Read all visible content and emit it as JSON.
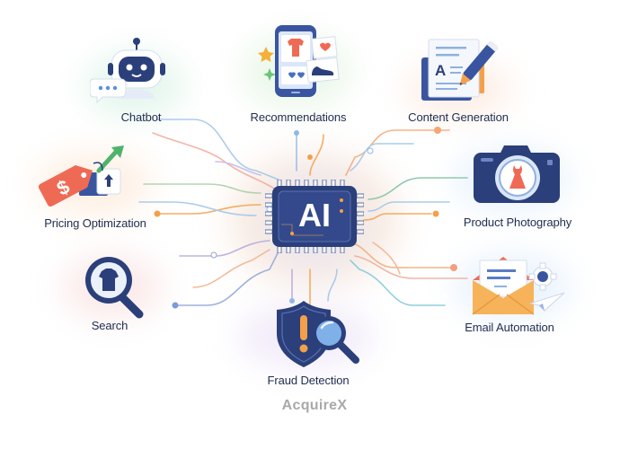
{
  "diagram": {
    "center": {
      "label": "AI",
      "shape": "microchip"
    },
    "nodes": [
      {
        "id": "chatbot",
        "label": "Chatbot",
        "icon": "robot-chat-icon"
      },
      {
        "id": "recommendations",
        "label": "Recommendations",
        "icon": "phone-recommendations-icon"
      },
      {
        "id": "content-generation",
        "label": "Content Generation",
        "icon": "document-pencil-icon"
      },
      {
        "id": "pricing-optimization",
        "label": "Pricing Optimization",
        "icon": "price-tag-icon"
      },
      {
        "id": "product-photography",
        "label": "Product Photography",
        "icon": "camera-dress-icon"
      },
      {
        "id": "search",
        "label": "Search",
        "icon": "magnifier-shirt-icon"
      },
      {
        "id": "email-automation",
        "label": "Email Automation",
        "icon": "envelope-gear-icon"
      },
      {
        "id": "fraud-detection",
        "label": "Fraud Detection",
        "icon": "shield-alert-icon"
      }
    ],
    "colors": {
      "navy": "#2b3f7a",
      "label": "#1f2d4f",
      "coral": "#ef6a55",
      "orange": "#f4a04a",
      "blue_line": "#8fb8e6",
      "green": "#4fb36b",
      "brand_gray": "#a9a9a9"
    }
  },
  "footer": {
    "brand": "AcquireX"
  }
}
